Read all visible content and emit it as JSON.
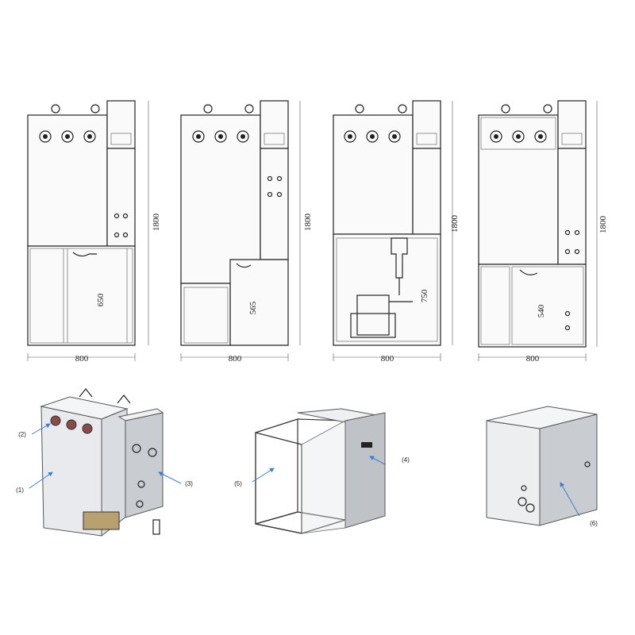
{
  "drawings": [
    {
      "width_label": "800",
      "height_label": "1800",
      "lower_label": "650"
    },
    {
      "width_label": "800",
      "height_label": "1800",
      "lower_label": "565"
    },
    {
      "width_label": "800",
      "height_label": "1800",
      "lower_label": "750"
    },
    {
      "width_label": "800",
      "height_label": "1800",
      "lower_label": "540"
    }
  ],
  "callouts": [
    "(1)",
    "(2)",
    "(3)",
    "(4)",
    "(5)",
    "(6)"
  ],
  "colors": {
    "line": "#222222",
    "arrow": "#3a7fd0",
    "panel_grey": "#c9ccd1",
    "bushing": "#8a4a4a"
  }
}
